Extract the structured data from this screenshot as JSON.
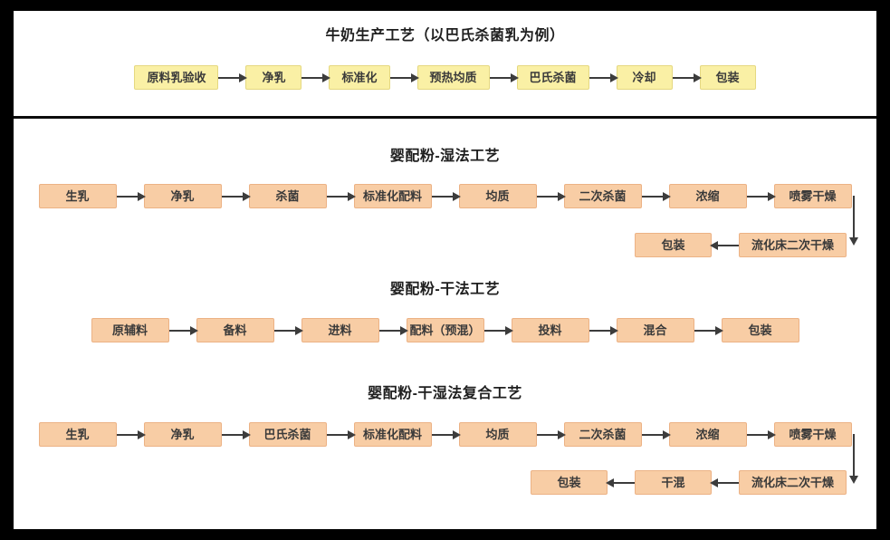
{
  "colors": {
    "milk_node_bg": "#faf0a5",
    "milk_node_border": "#e5d881",
    "formula_node_bg": "#f8cda5",
    "formula_node_border": "#ecb285",
    "arrow": "#3c3c3c",
    "text": "#3a3a3a",
    "frame": "#000000",
    "background": "#ffffff"
  },
  "sections": [
    {
      "id": "milk-pasteurized-process",
      "title": "牛奶生产工艺（以巴氏杀菌乳为例）",
      "node_style": "milk",
      "rows": [
        {
          "direction": "right",
          "nodes": [
            "原料乳验收",
            "净乳",
            "标准化",
            "预热均质",
            "巴氏杀菌",
            "冷却",
            "包装"
          ]
        }
      ]
    },
    {
      "id": "infant-formula-wet-process",
      "title": "婴配粉-湿法工艺",
      "node_style": "formula",
      "connector": "down-at-right-edge",
      "rows": [
        {
          "direction": "right",
          "nodes": [
            "生乳",
            "净乳",
            "杀菌",
            "标准化配料",
            "均质",
            "二次杀菌",
            "浓缩",
            "喷雾干燥"
          ]
        },
        {
          "direction": "left",
          "nodes": [
            "包装",
            "流化床二次干燥"
          ]
        }
      ]
    },
    {
      "id": "infant-formula-dry-process",
      "title": "婴配粉-干法工艺",
      "node_style": "formula",
      "rows": [
        {
          "direction": "right",
          "nodes": [
            "原辅料",
            "备料",
            "进料",
            "配料（预混）",
            "投料",
            "混合",
            "包装"
          ]
        }
      ]
    },
    {
      "id": "infant-formula-combined-process",
      "title": "婴配粉-干湿法复合工艺",
      "node_style": "formula",
      "connector": "down-at-right-edge",
      "rows": [
        {
          "direction": "right",
          "nodes": [
            "生乳",
            "净乳",
            "巴氏杀菌",
            "标准化配料",
            "均质",
            "二次杀菌",
            "浓缩",
            "喷雾干燥"
          ]
        },
        {
          "direction": "left",
          "nodes": [
            "包装",
            "干混",
            "流化床二次干燥"
          ]
        }
      ]
    }
  ]
}
